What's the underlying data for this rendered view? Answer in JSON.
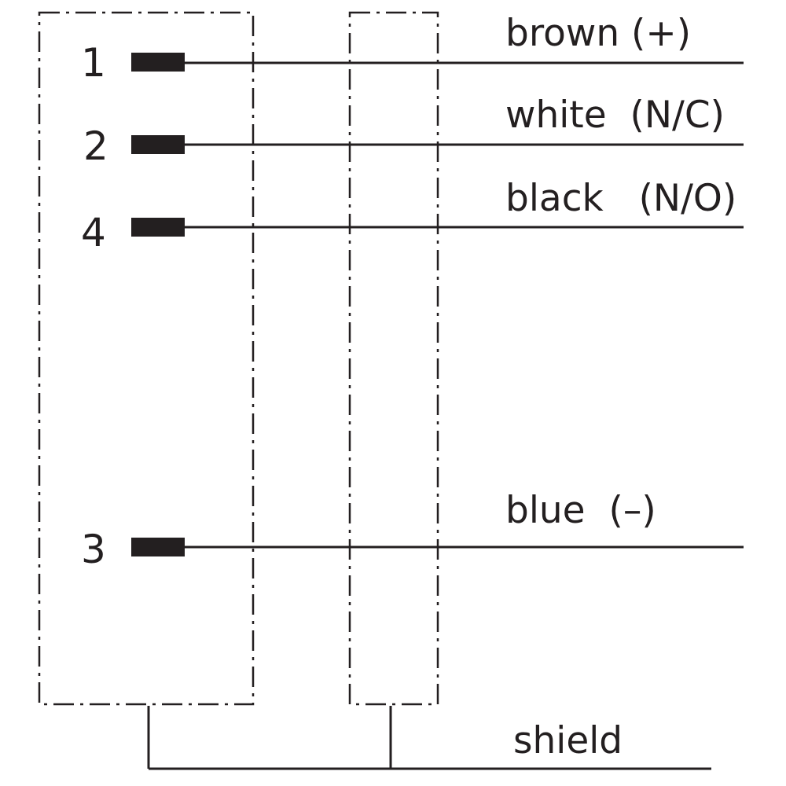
{
  "pins": [
    {
      "number": "1",
      "wire_label": "brown (+)"
    },
    {
      "number": "2",
      "wire_label": "white  (N/C)"
    },
    {
      "number": "4",
      "wire_label": "black   (N/O)"
    },
    {
      "number": "3",
      "wire_label": "blue  (–)"
    }
  ],
  "shield_label": "shield",
  "colors": {
    "ink": "#231f20",
    "background": "#ffffff"
  }
}
